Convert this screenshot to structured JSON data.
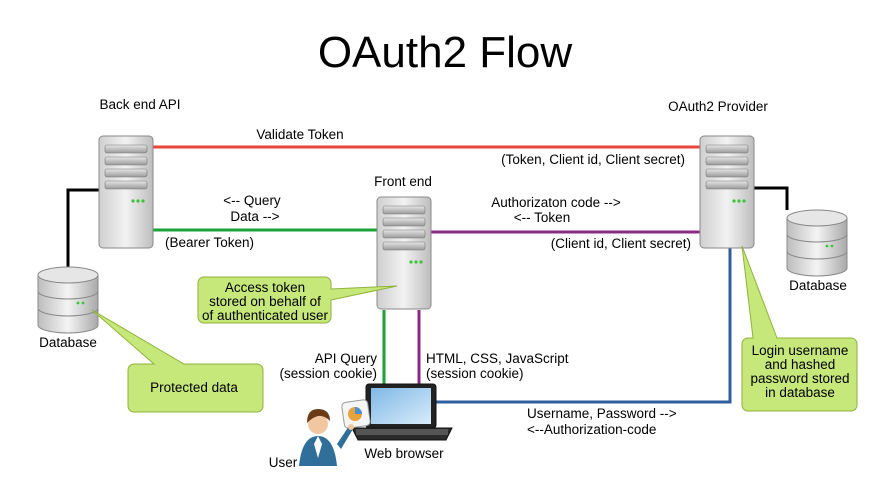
{
  "title": "OAuth2 Flow",
  "nodes": {
    "backend": "Back end API",
    "provider": "OAuth2 Provider",
    "frontend": "Front end",
    "db_left": "Database",
    "db_right": "Database",
    "browser": "Web browser",
    "user": "User"
  },
  "edges": {
    "validate_title": "Validate Token",
    "validate_sub": "(Token, Client id, Client secret)",
    "query_1": "<-- Query",
    "query_2": "Data -->",
    "bearer": "(Bearer Token)",
    "authcode_1": "Authorizaton code -->",
    "authcode_2": "<-- Token",
    "client_cred": "(Client id, Client secret)",
    "api_query_1": "API Query",
    "api_query_2": "(session cookie)",
    "html_1": "HTML, CSS, JavaScript",
    "html_2": "(session cookie)",
    "userpass_1": "Username, Password -->",
    "userpass_2": "<--Authorization-code"
  },
  "callouts": {
    "access_token": [
      "Access token",
      "stored on behalf of",
      "of authenticated user"
    ],
    "protected": [
      "Protected data"
    ],
    "login": [
      "Login username",
      "and hashed",
      "password stored",
      "in database"
    ]
  },
  "colors": {
    "red": "#e8453c",
    "green": "#1aa33a",
    "purple": "#8b2a82",
    "blue": "#2e5f9e",
    "black": "#000000",
    "callout_fill": "#c6e77a",
    "callout_stroke": "#8fb33a"
  }
}
